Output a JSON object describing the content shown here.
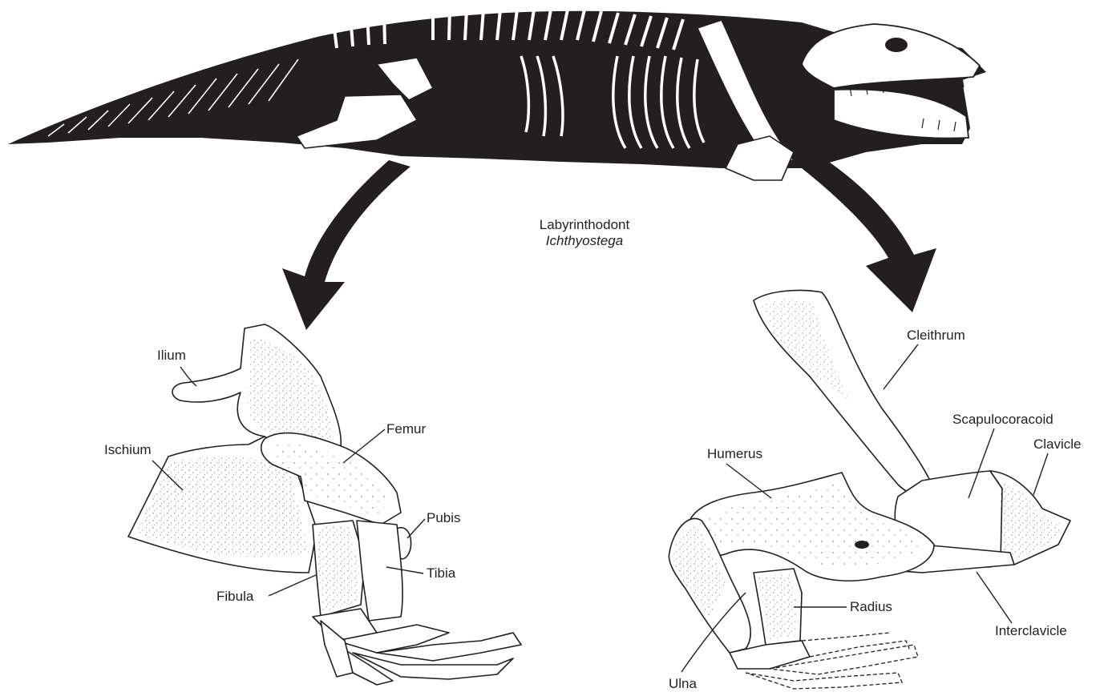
{
  "caption": {
    "line1": "Labyrinthodont",
    "line2": "Ichthyostega"
  },
  "labels": {
    "ilium": "Ilium",
    "ischium": "Ischium",
    "femur": "Femur",
    "pubis": "Pubis",
    "tibia": "Tibia",
    "fibula": "Fibula",
    "cleithrum": "Cleithrum",
    "scapulocoracoid": "Scapulocoracoid",
    "clavicle": "Clavicle",
    "humerus": "Humerus",
    "radius": "Radius",
    "interclavicle": "Interclavicle",
    "ulna": "Ulna"
  },
  "colors": {
    "ink": "#231f20",
    "paper": "#ffffff"
  }
}
